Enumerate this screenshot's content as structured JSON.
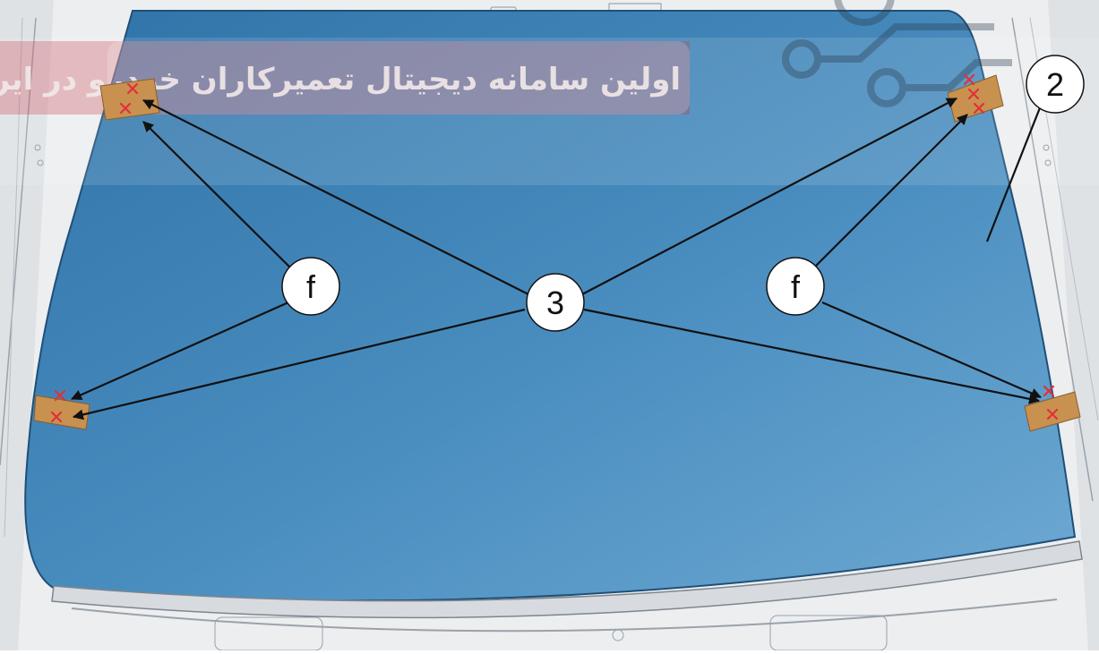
{
  "callouts": {
    "windshield_label": "2",
    "strip_label": "3",
    "fastener_label_left": "f",
    "fastener_label_right": "f"
  },
  "watermark": {
    "text": "اولین سامانه دیجیتال تعمیرکاران خودرو در ایران",
    "icon": "circuit-logo-icon"
  },
  "colors": {
    "glass": "#4a8ec0",
    "glass_dark": "#2f73a8",
    "frame": "#eceef0",
    "frame_line": "#9aa2aa",
    "tape": "#c8914f",
    "mark": "#e0303a",
    "watermark_band": "#c8343c"
  }
}
